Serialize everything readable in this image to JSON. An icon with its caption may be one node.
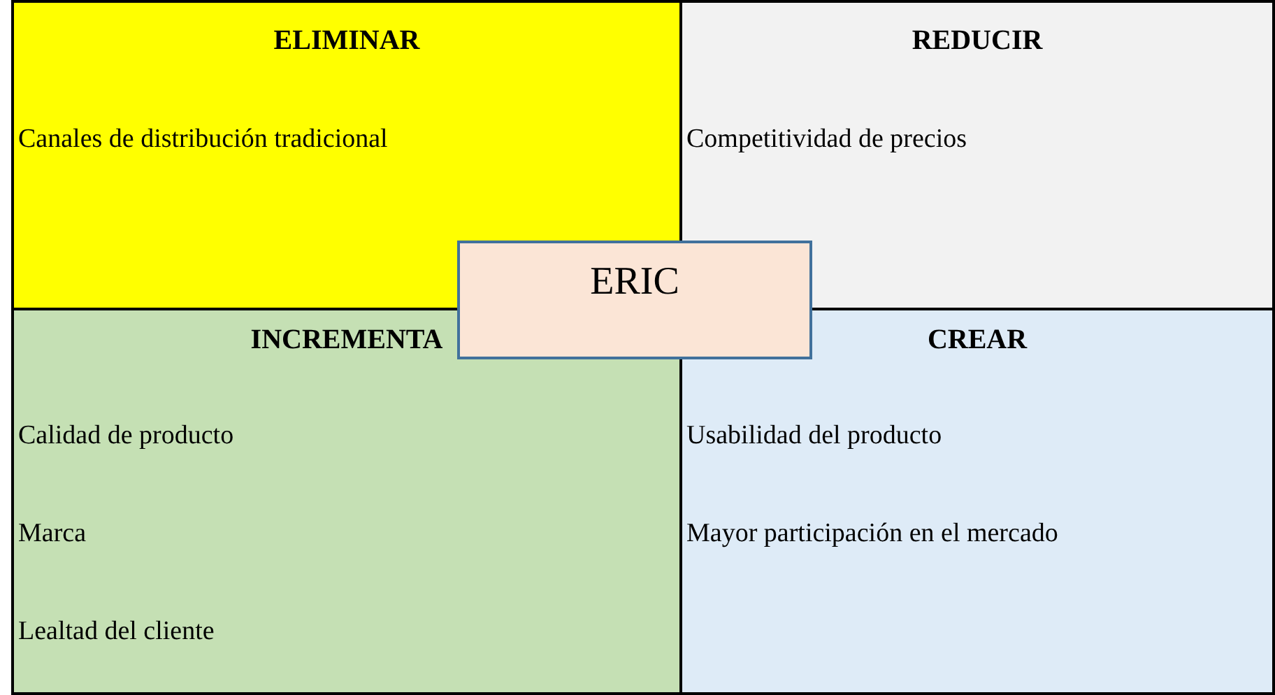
{
  "diagram": {
    "nodes": [
      {
        "text": [
          "ELIMINAR",
          "Canales de distribución tradicional"
        ]
      },
      {
        "text": [
          "REDUCIR",
          "Competitividad de precios"
        ]
      },
      {
        "text": [
          "INCREMENTA",
          "Calidad de producto",
          "Marca",
          "Lealtad del cliente"
        ]
      },
      {
        "text": [
          "CREAR",
          "Usabilidad del producto",
          "Mayor participación en el mercado"
        ]
      },
      {
        "text": [
          "ERIC"
        ]
      }
    ]
  }
}
